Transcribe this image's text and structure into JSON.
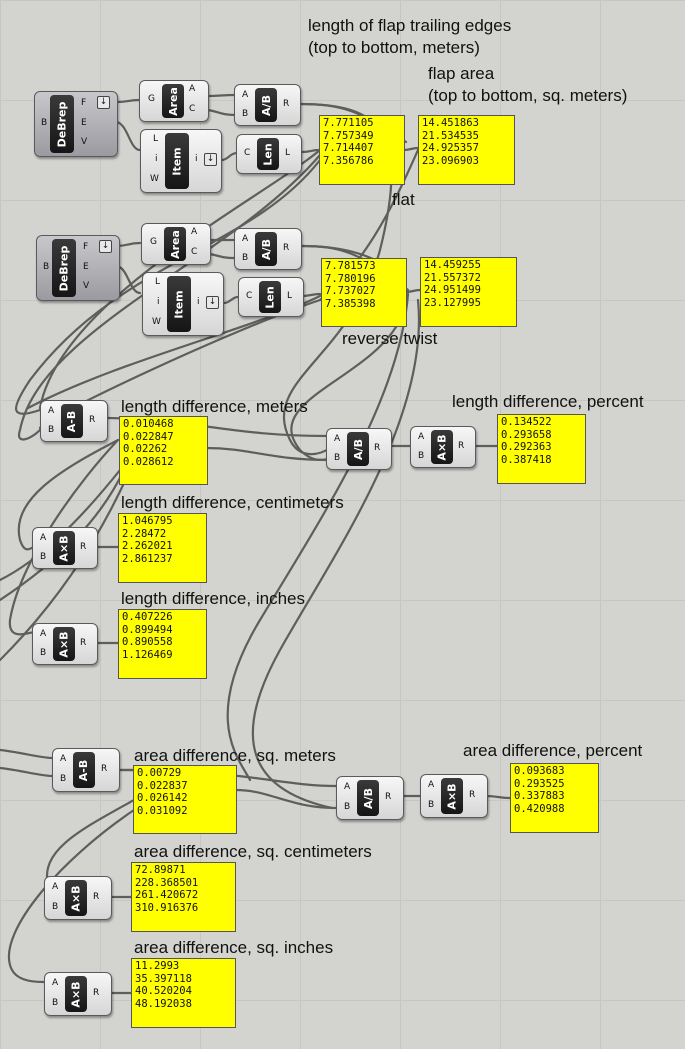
{
  "labels": {
    "trailing_1": "length of flap trailing edges",
    "trailing_2": "(top to bottom, meters)",
    "area_1": "flap area",
    "area_2": "(top to bottom, sq. meters)",
    "flat": "flat",
    "reverse": "reverse twist",
    "len_m": "length difference, meters",
    "len_pct": "length difference, percent",
    "len_cm": "length difference, centimeters",
    "len_in": "length difference, inches",
    "area_m": "area difference, sq. meters",
    "area_pct": "area difference, percent",
    "area_cm": "area difference, sq. centimeters",
    "area_in": "area difference, sq. inches"
  },
  "components": {
    "debrep": "DeBrep",
    "area": "Area",
    "divide": "A/B",
    "item": "Item",
    "length": "Len",
    "subtract": "A-B",
    "multiply": "A×B"
  },
  "ports": {
    "A": "A",
    "B": "B",
    "C": "C",
    "F": "F",
    "E": "E",
    "V": "V",
    "G": "G",
    "L": "L",
    "i": "i",
    "W": "W",
    "R": "R"
  },
  "flag_icon": "↓",
  "panels": {
    "flat_len": [
      "7.771105",
      "7.757349",
      "7.714407",
      "7.356786"
    ],
    "flat_area": [
      "14.451863",
      "21.534535",
      "24.925357",
      "23.096903"
    ],
    "rev_len": [
      "7.781573",
      "7.780196",
      "7.737027",
      "7.385398"
    ],
    "rev_area": [
      "14.459255",
      "21.557372",
      "24.951499",
      "23.127995"
    ],
    "len_m": [
      "0.010468",
      "0.022847",
      "0.02262",
      "0.028612"
    ],
    "len_pct": [
      "0.134522",
      "0.293658",
      "0.292363",
      "0.387418"
    ],
    "len_cm": [
      "1.046795",
      "2.28472",
      "2.262021",
      "2.861237"
    ],
    "len_in": [
      "0.407226",
      "0.899494",
      "0.890558",
      "1.126469"
    ],
    "area_m": [
      "0.00729",
      "0.022837",
      "0.026142",
      "0.031092"
    ],
    "area_pct": [
      "0.093683",
      "0.293525",
      "0.337883",
      "0.420988"
    ],
    "area_cm": [
      "72.89871",
      "228.368501",
      "261.420672",
      "310.916376"
    ],
    "area_in": [
      "11.2993",
      "35.397118",
      "40.520204",
      "48.192038"
    ]
  },
  "colors": {
    "panel": "#ffff00",
    "canvas": "#d3d3d0",
    "wire": "#4a4a4a"
  }
}
